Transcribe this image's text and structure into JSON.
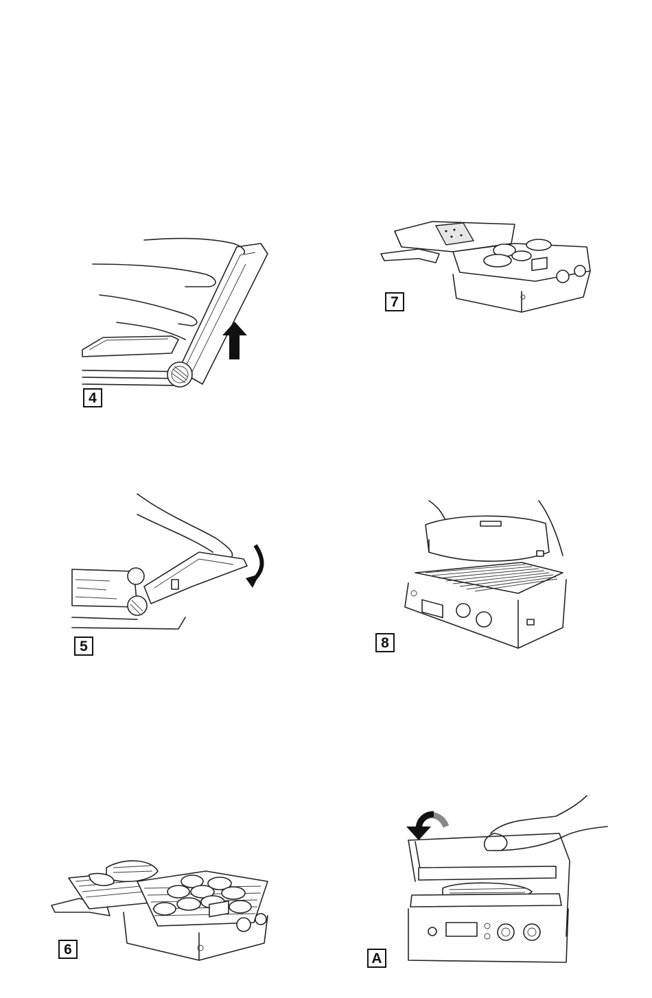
{
  "figures": [
    {
      "id": "4",
      "label": "4"
    },
    {
      "id": "5",
      "label": "5"
    },
    {
      "id": "6",
      "label": "6"
    },
    {
      "id": "7",
      "label": "7"
    },
    {
      "id": "8",
      "label": "8"
    },
    {
      "id": "A",
      "label": "A"
    }
  ]
}
